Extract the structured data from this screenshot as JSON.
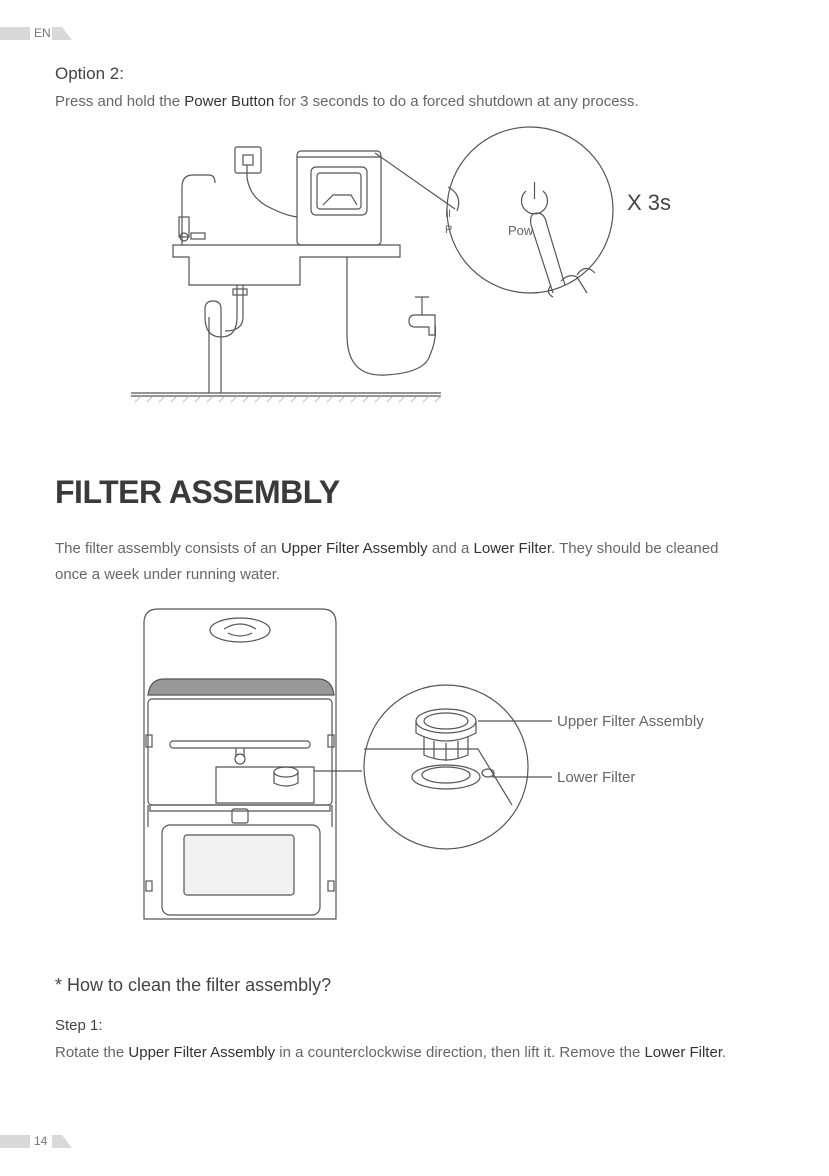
{
  "header": {
    "lang_tab": "EN"
  },
  "option2": {
    "heading": "Option 2:",
    "text_pre": "Press and hold the ",
    "text_bold": "Power Button",
    "text_post": " for 3 seconds to do a forced shutdown at any process."
  },
  "fig1": {
    "callout": "X 3s",
    "zoom_label_power": "Pow",
    "zoom_label_left1": "II",
    "zoom_label_left2": "P"
  },
  "filter": {
    "title": "FILTER ASSEMBLY",
    "intro_pre": "The filter assembly consists of an ",
    "intro_b1": "Upper Filter Assembly",
    "intro_mid": " and a ",
    "intro_b2": "Lower Filter",
    "intro_post1": ". They should be cleaned",
    "intro_line2": "once a week under running water."
  },
  "fig2": {
    "label_upper": "Upper Filter Assembly",
    "label_lower": "Lower Filter"
  },
  "howto": {
    "question": "* How to clean the filter assembly?",
    "step_title": "Step 1:",
    "step_pre": "Rotate the ",
    "step_b1": "Upper Filter Assembly",
    "step_mid": " in a counterclockwise direction, then lift it. Remove the ",
    "step_b2": "Lower Filter",
    "step_post": "."
  },
  "footer": {
    "page_number": "14"
  }
}
